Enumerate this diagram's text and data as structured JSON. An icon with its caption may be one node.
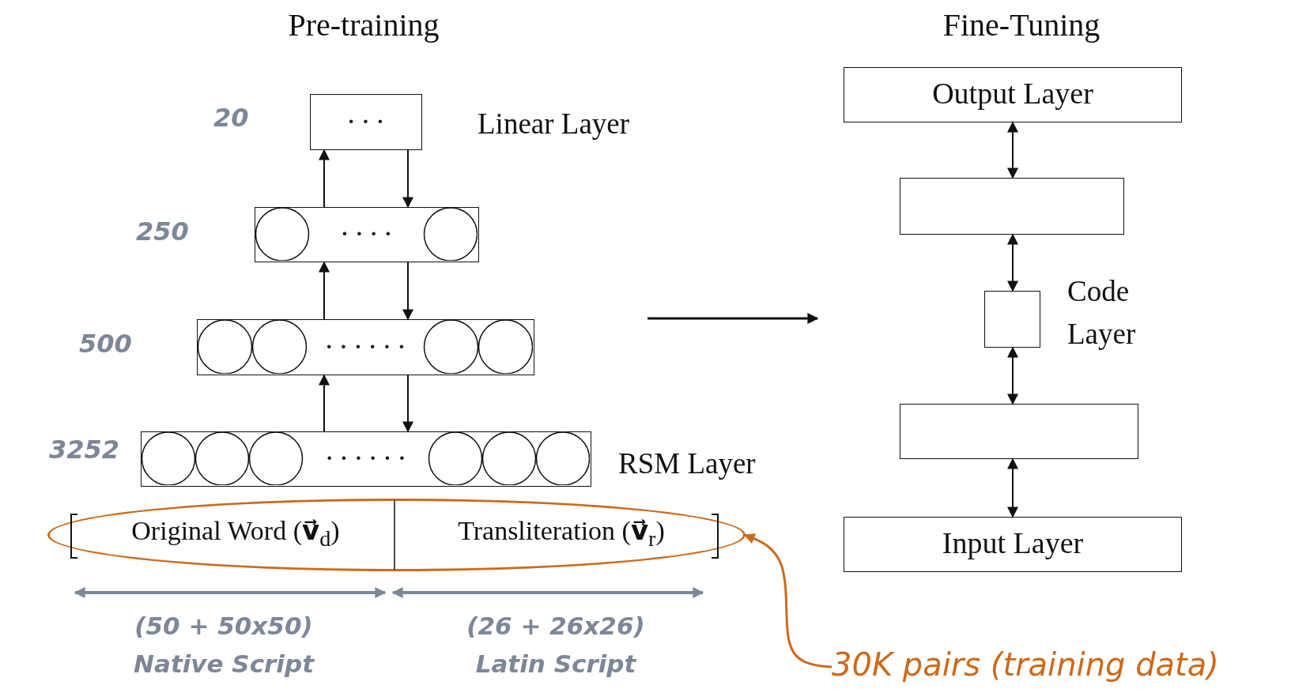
{
  "diagram": {
    "nodes": [
      {
        "text": [
          "· · ·"
        ],
        "beside": [
          "20",
          "Linear Layer"
        ]
      },
      {
        "text": [
          "· · · ·"
        ],
        "beside": [
          "250"
        ]
      },
      {
        "text": [
          "· · · · · ·"
        ],
        "beside": [
          "500"
        ]
      },
      {
        "text": [
          "· · · · · ·"
        ],
        "beside": [
          "3252",
          "RSM Layer"
        ]
      },
      {
        "text": [
          "Original Word (**v⃗**$_{d}$)",
          "Transliteration (**v⃗**$_{r}$)"
        ]
      },
      {
        "text": [
          "Output Layer"
        ]
      },
      {
        "text": [],
        "shape": "box"
      },
      {
        "text": [],
        "shape": "box",
        "beside": [
          "Code Layer"
        ]
      },
      {
        "text": [],
        "shape": "box"
      },
      {
        "text": [
          "Input Layer"
        ]
      },
      {
        "text": [
          "30K pairs (training data)"
        ]
      }
    ],
    "edges": [
      {
        "from": 1,
        "to": 0,
        "arrow": "to"
      },
      {
        "from": 0,
        "to": 1,
        "arrow": "to"
      },
      {
        "from": 2,
        "to": 1,
        "arrow": "to"
      },
      {
        "from": 1,
        "to": 2,
        "arrow": "to"
      },
      {
        "from": 3,
        "to": 2,
        "arrow": "to"
      },
      {
        "from": 2,
        "to": 3,
        "arrow": "to"
      },
      {
        "from": 5,
        "to": 6,
        "arrow": "both"
      },
      {
        "from": 6,
        "to": 7,
        "arrow": "both"
      },
      {
        "from": 7,
        "to": 8,
        "arrow": "both"
      },
      {
        "from": 8,
        "to": 9,
        "arrow": "both"
      },
      {
        "from": 10,
        "to": 4,
        "arrow": "to",
        "color": "#cc6a1c"
      }
    ],
    "labels": [
      "Pre-training",
      "Fine-Tuning",
      "(50 + 50x50)",
      "Native Script",
      "(26 + 26x26)",
      "Latin Script"
    ]
  }
}
